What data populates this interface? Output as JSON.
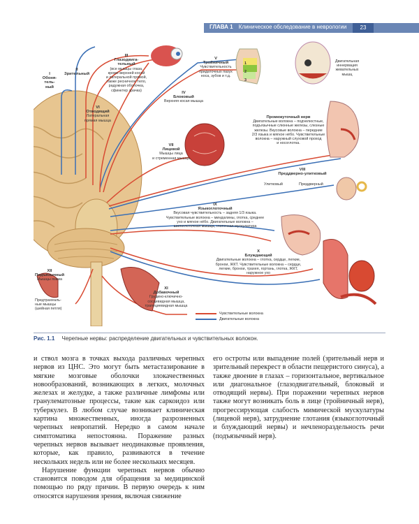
{
  "header": {
    "chapter": "ГЛАВА 1",
    "title": "Клиническое обследование в неврологии",
    "page_number": "23"
  },
  "figure": {
    "labels": {
      "n1_num": "I",
      "n1_name": "Обоня-\nтель-\nный",
      "n2_num": "II",
      "n2_name": "Зрительный",
      "n3_num": "III",
      "n3_name": "Глазодвига-\nтельный",
      "n3_desc": "(все мышцы глаза,\nкроме верхней косой\nи латеральной прямой,\nтакже ресничное тело,\nрадужная оболочка,\nсфинктер зрачка)",
      "n4_num": "IV",
      "n4_name": "Блоковый",
      "n4_desc": "Верхняя косая мышца",
      "n5_num": "V",
      "n5_name": "Тройничный",
      "n5_desc": "Чувствительность\nпридаточных пазух\nноса, зубов и т.д.",
      "n6_num": "VI",
      "n6_name": "Отводящий",
      "n6_desc": "Латеральная\nпрямая мышца",
      "n7_num": "VII",
      "n7_name": "Лицевой",
      "n7_desc": "Мышцы лица\nи стременная мышца",
      "inter_name": "Промежуточный нерв",
      "inter_desc": "Двигательные волокна – подчелюстные,\nподъязычные слюнные железы, слезные\nжелезы. Вкусовые волокна – передние\n2/3 языка и мягкое нёбо. Чувствительные\nволокна – наружный слуховой проход\nи носоглотка.",
      "face_motor": "Двигательная\nиннервация\nжевательных\nмышц",
      "n8_num": "VIII",
      "n8_name": "Преддверно-улитковый",
      "n8_cochlear": "Улитковый",
      "n8_vestibular": "Преддверный",
      "n9_num": "IX",
      "n9_name": "Языкоглоточный",
      "n9_desc": "Вкусовая чувствительность – задняя 1/3 языка.\nЧувствительные волокна – миндалины, глотка, среднее\nухо и мягкое нёбо. Двигательные волокна –\nшилоглоточная мышца, глоточная мускулатура",
      "n10_num": "X",
      "n10_name": "Блуждающий",
      "n10_desc": "Двигательные волокна – глотка, сердце, легкие,\nбронхи, ЖКТ. Чувствительные волокна – сердце,\nлегкие, бронхи, трахея, гортань, глотка, ЖКТ,\nнаружное ухо",
      "n11_num": "XI",
      "n11_name": "Добавочный",
      "n11_desc": "Грудино-ключично-\nсосцевидная мышца,\nтрапециевидная мышца",
      "n12_num": "XII",
      "n12_name": "Подъязычный",
      "n12_desc": "Мышцы языка",
      "prethyroid": "Предтрахеаль-\nные мышцы\n(шейная петля)",
      "trigeminal_parts": [
        "1",
        "2",
        "3"
      ],
      "legend_sensory": "Чувствительные волокна",
      "legend_motor": "Двигательные волокна"
    },
    "colors": {
      "sensory": "#3a6fb5",
      "motor": "#d84a32"
    }
  },
  "caption": {
    "label": "Рис. 1.1",
    "text": "Черепные нервы: распределение двигательных и чувствительных волокон."
  },
  "columns": {
    "left": [
      {
        "indent": false,
        "text": "и ствол мозга в точках выхода различных черепных нервов из ЦНС. Это могут быть метастазирование в мягкие мозговые оболочки злокачественных новообразований, возникающих в легких, молочных железах и желудке, а также различные лимфомы или гранулематозные процессы, такие как саркоидоз или туберкулез. В любом случае возникает клиническая картина множественных, иногда разрозненных черепных невропатий. Нередко в самом начале симптоматика непостоянна. Поражение разных черепных нервов вызывает неодинаковые проявления, которые, как правило, развиваются в течение нескольких недель или не более нескольких месяцев."
      },
      {
        "indent": true,
        "text": "Нарушение функции черепных нервов обычно становится поводом для обращения за медицинской помощью по ряду причин. В первую очередь к ним относятся нарушения зрения, включая снижение"
      }
    ],
    "right": [
      {
        "indent": false,
        "text": "его остроты или выпадение полей (зрительный нерв и зрительный перекрест в области пещеристого синуса), а также двоение в глазах – горизонтальное, вертикальное или диагональное (глазодвигательный, блоковый и отводящий нервы). При поражении черепных нервов также могут возникать боль в лице (тройничный нерв), прогрессирующая слабость мимической мускулатуры (лицевой нерв), затруднение глотания (языкоглоточный и блуждающий нервы) и нечленораздельность речи (подъязычный нерв)."
      }
    ]
  }
}
